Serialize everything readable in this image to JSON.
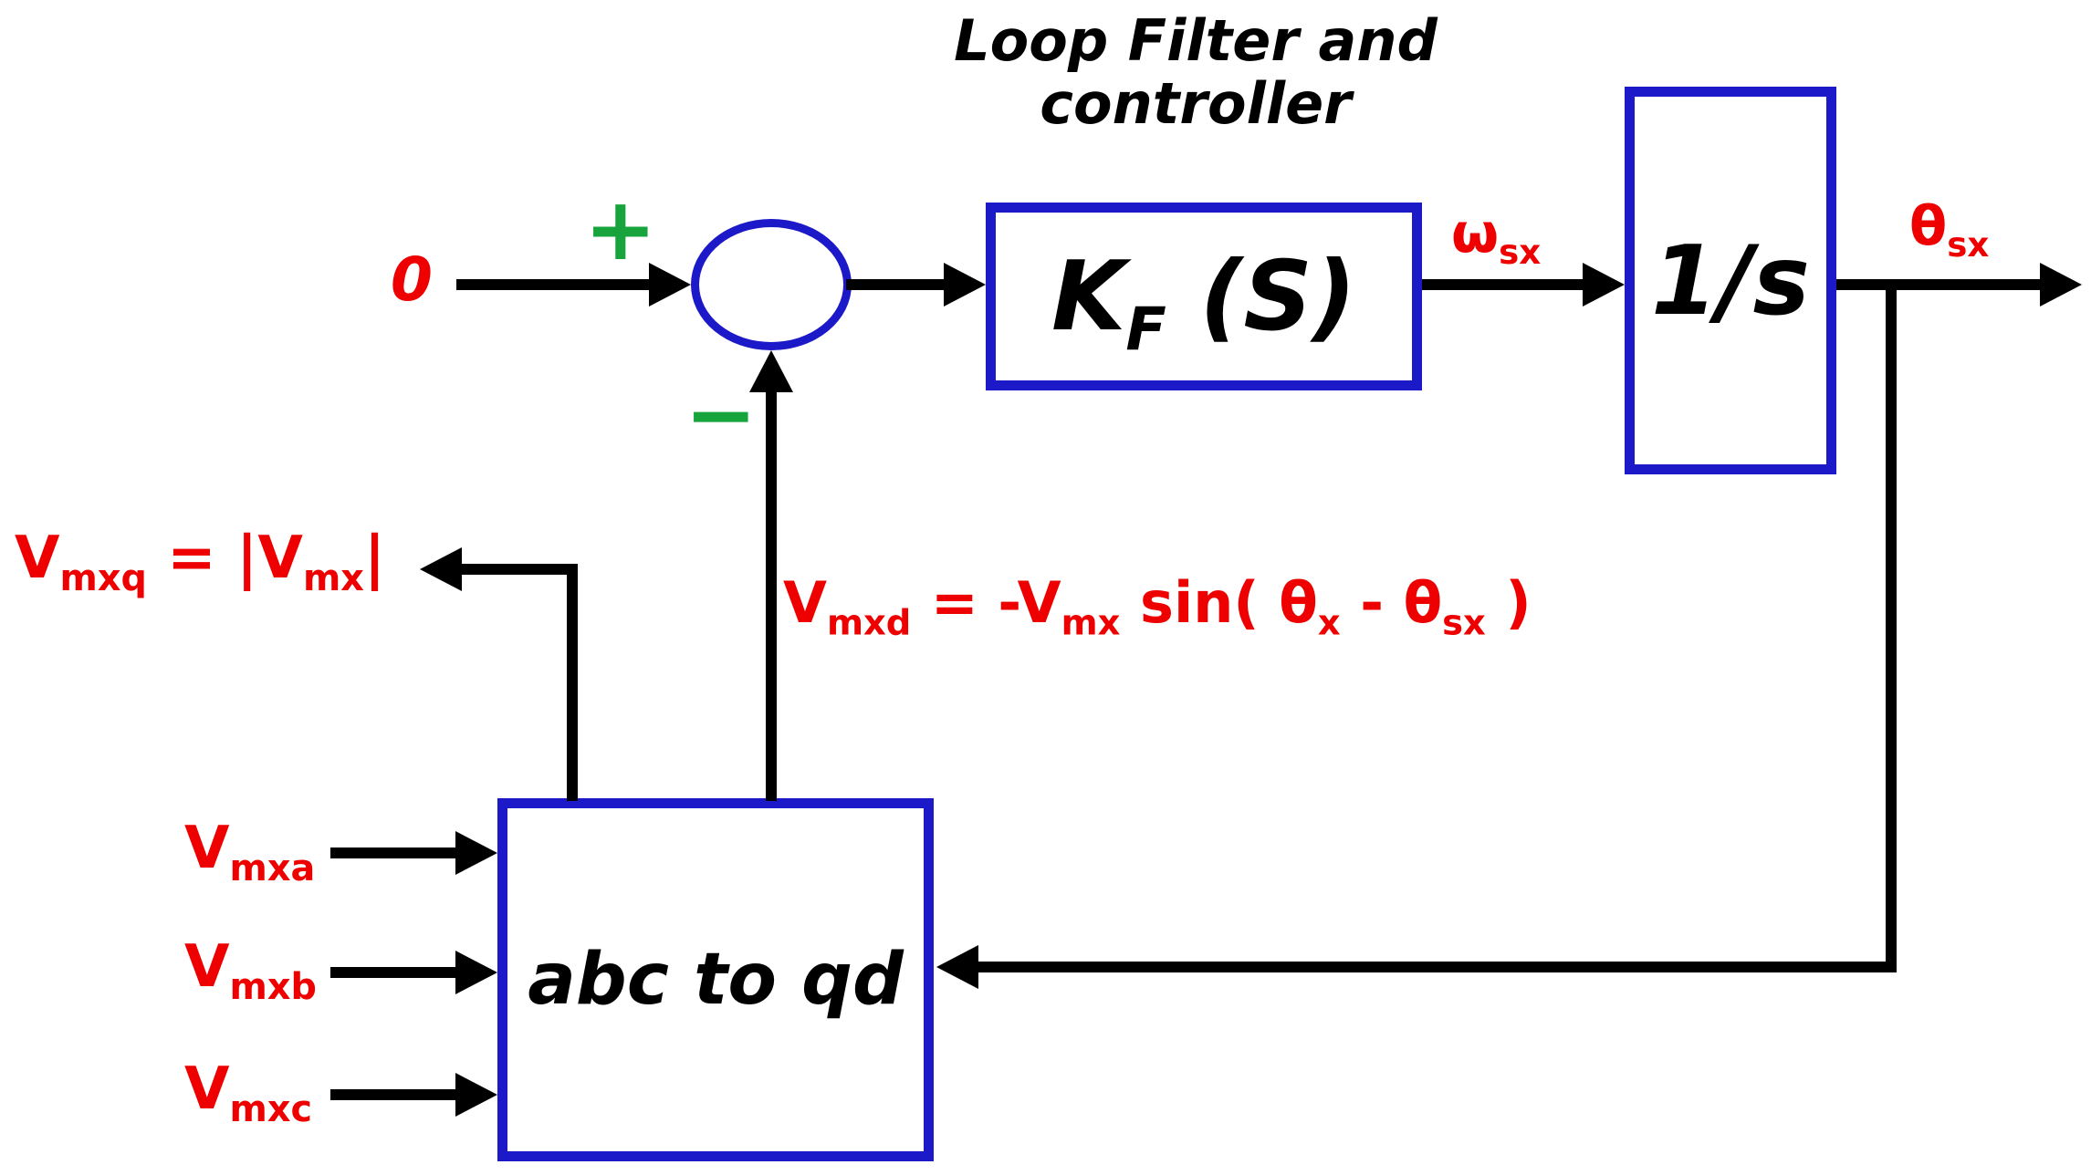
{
  "diagram": {
    "title": {
      "line1": "Loop Filter and",
      "line2": "controller"
    },
    "summing_junction": {
      "plus": "+",
      "minus": "−"
    },
    "input_zero": "0",
    "blocks": {
      "loop_filter": {
        "base": "K",
        "sub": "F",
        "rest": " (S)"
      },
      "integrator": "1/s",
      "abc_to_qd": "abc to qd"
    },
    "signals": {
      "omega_sx": {
        "base": "ω",
        "sub": "sx"
      },
      "theta_sx": {
        "base": "θ",
        "sub": "sx"
      },
      "vmxa": {
        "base": "V",
        "sub": "mxa"
      },
      "vmxb": {
        "base": "V",
        "sub": "mxb"
      },
      "vmxc": {
        "base": "V",
        "sub": "mxc"
      },
      "vmxq_eq": {
        "p1": "V",
        "s1": "mxq",
        "p2": " = |V",
        "s2": "mx",
        "p3": "|"
      },
      "vmxd_eq": {
        "p1": "V",
        "s1": "mxd",
        "p2": " = -V",
        "s2": "mx",
        "p3": " sin( θ",
        "s3": "x",
        "p4": " - θ",
        "s4": "sx",
        "p5": " )"
      }
    },
    "colors": {
      "box_blue": "#1c1ac8",
      "signal_red": "#ee0000",
      "sign_green": "#18a43c",
      "line_black": "#000000"
    }
  }
}
